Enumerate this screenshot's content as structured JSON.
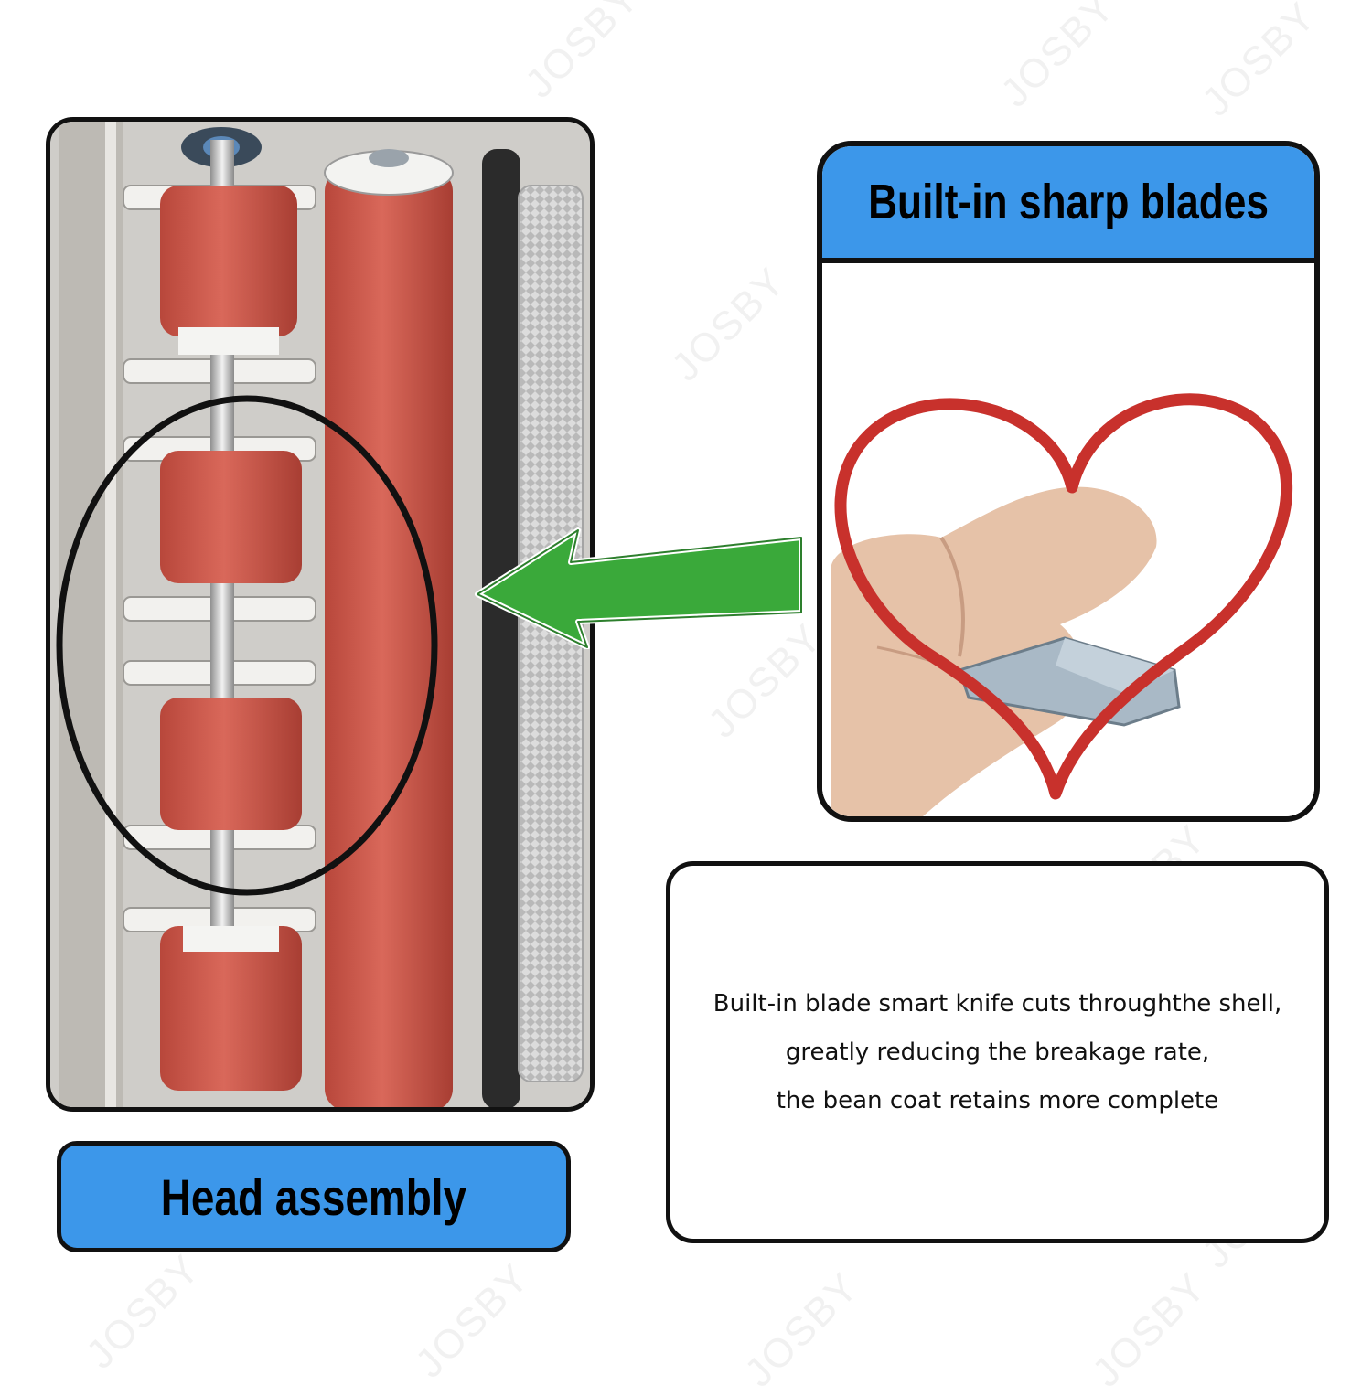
{
  "watermark": "JOSBY",
  "head_label": {
    "text": "Head assembly"
  },
  "blade_card": {
    "title": "Built-in sharp blades"
  },
  "description": {
    "lines": [
      "Built-in blade smart knife cuts throughthe shell,",
      "greatly reducing the breakage rate,",
      "the bean coat retains more complete"
    ]
  },
  "colors": {
    "label_blue": "#3c97ea",
    "roller_red": "#c9584a",
    "arrow_green": "#3aa93a",
    "heart_red": "#c8312c",
    "border_black": "#111111"
  },
  "icons": {
    "arrow": "left-arrow-icon",
    "heart": "heart-outline-icon"
  }
}
